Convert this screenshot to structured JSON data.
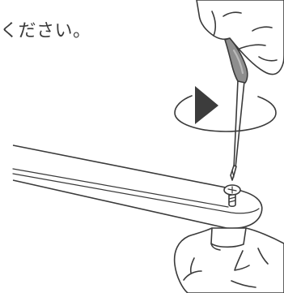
{
  "instruction": {
    "text": "ください。"
  },
  "illustration": {
    "parts": [
      "screwdriver",
      "hand-top",
      "rotation-arrow",
      "bracket-bar",
      "screw",
      "hand-bottom"
    ],
    "rotation_direction": "clockwise",
    "colors": {
      "line": "#3a3a3a",
      "handle": "#8e8e8e",
      "arrow": "#3c3c3c",
      "background": "#ffffff"
    }
  }
}
